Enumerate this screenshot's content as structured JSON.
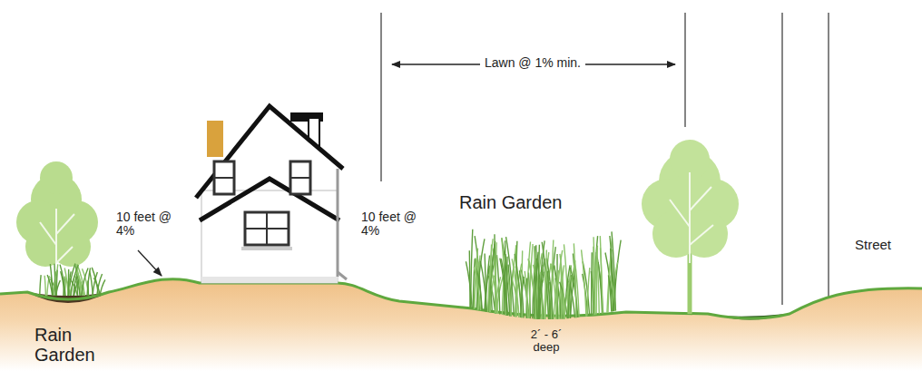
{
  "diagram": {
    "labels": [
      "Lawn @ 1% min.",
      "10 feet @ 4%",
      "10 feet @ 4%",
      "Rain Garden",
      "Rain Garden",
      "2´ - 6´ deep",
      "Street"
    ]
  }
}
